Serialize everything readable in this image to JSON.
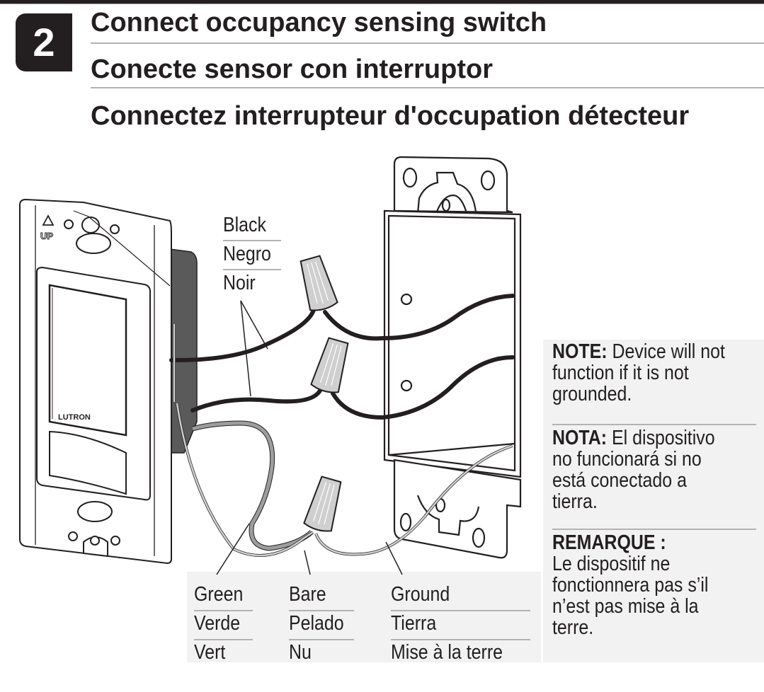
{
  "step": {
    "number": "2",
    "titles": {
      "en": "Connect occupancy sensing switch",
      "es": "Conecte sensor con interruptor",
      "fr": "Connectez interrupteur d'occupation détecteur"
    }
  },
  "diagram": {
    "switch_brand": "LUTRON",
    "switch_orientation_mark": "UP",
    "labels": {
      "black": [
        "Black",
        "Negro",
        "Noir"
      ],
      "green": [
        "Green",
        "Verde",
        "Vert"
      ],
      "bare": [
        "Bare",
        "Pelado",
        "Nu"
      ],
      "ground": [
        "Ground",
        "Tierra",
        "Mise à la terre"
      ]
    },
    "colors": {
      "ink": "#231f20",
      "panel": "#f2f2f2",
      "rule": "#b3b3b3",
      "green_wire": "#9d9d9d",
      "bare_wire": "#d0d0d0",
      "wire_nut": "#cfcfcf",
      "switch_body": "#5a5a5a"
    }
  },
  "notes": [
    {
      "label": "NOTE:",
      "lines": [
        "Device will not",
        "function if it is not",
        "grounded."
      ]
    },
    {
      "label": "NOTA:",
      "lines": [
        "El dispositivo",
        "no funcionará si no",
        "está conectado a",
        "tierra."
      ]
    },
    {
      "label": "REMARQUE :",
      "lines": [
        "Le dispositif ne",
        "fonctionnera pas s’il",
        "n’est pas mise à la",
        "terre."
      ]
    }
  ]
}
